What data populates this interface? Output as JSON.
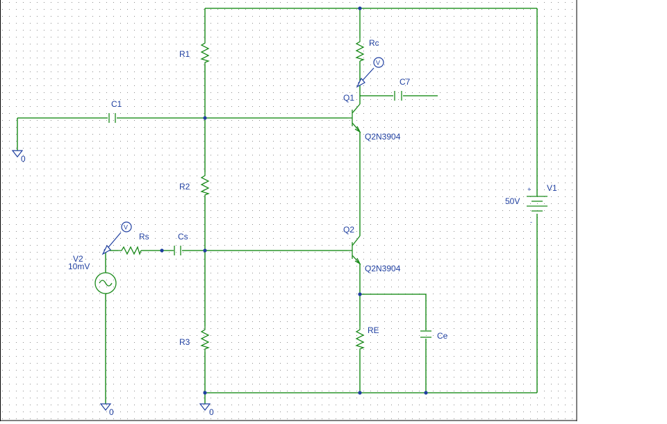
{
  "schematic": {
    "colors": {
      "wire": "#008000",
      "label": "#1f3fa0",
      "grid_dot": "#8a8a8a",
      "background": "#ffffff",
      "border": "#000000"
    },
    "labels": {
      "r1": "R1",
      "r2": "R2",
      "r3": "R3",
      "rc": "Rc",
      "rs": "Rs",
      "re": "RE",
      "c1": "C1",
      "cs": "Cs",
      "c7": "C7",
      "ce": "Ce",
      "q1": "Q1",
      "q1_model": "Q2N3904",
      "q2": "Q2",
      "q2_model": "Q2N3904",
      "v1": "V1",
      "v1_value": "50V",
      "v1_plus": "+",
      "v1_minus": "-",
      "v2": "V2",
      "v2_value": "10mV",
      "gnd1": "0",
      "gnd2": "0",
      "gnd3": "0",
      "probe1": "V",
      "probe2": "V"
    }
  }
}
